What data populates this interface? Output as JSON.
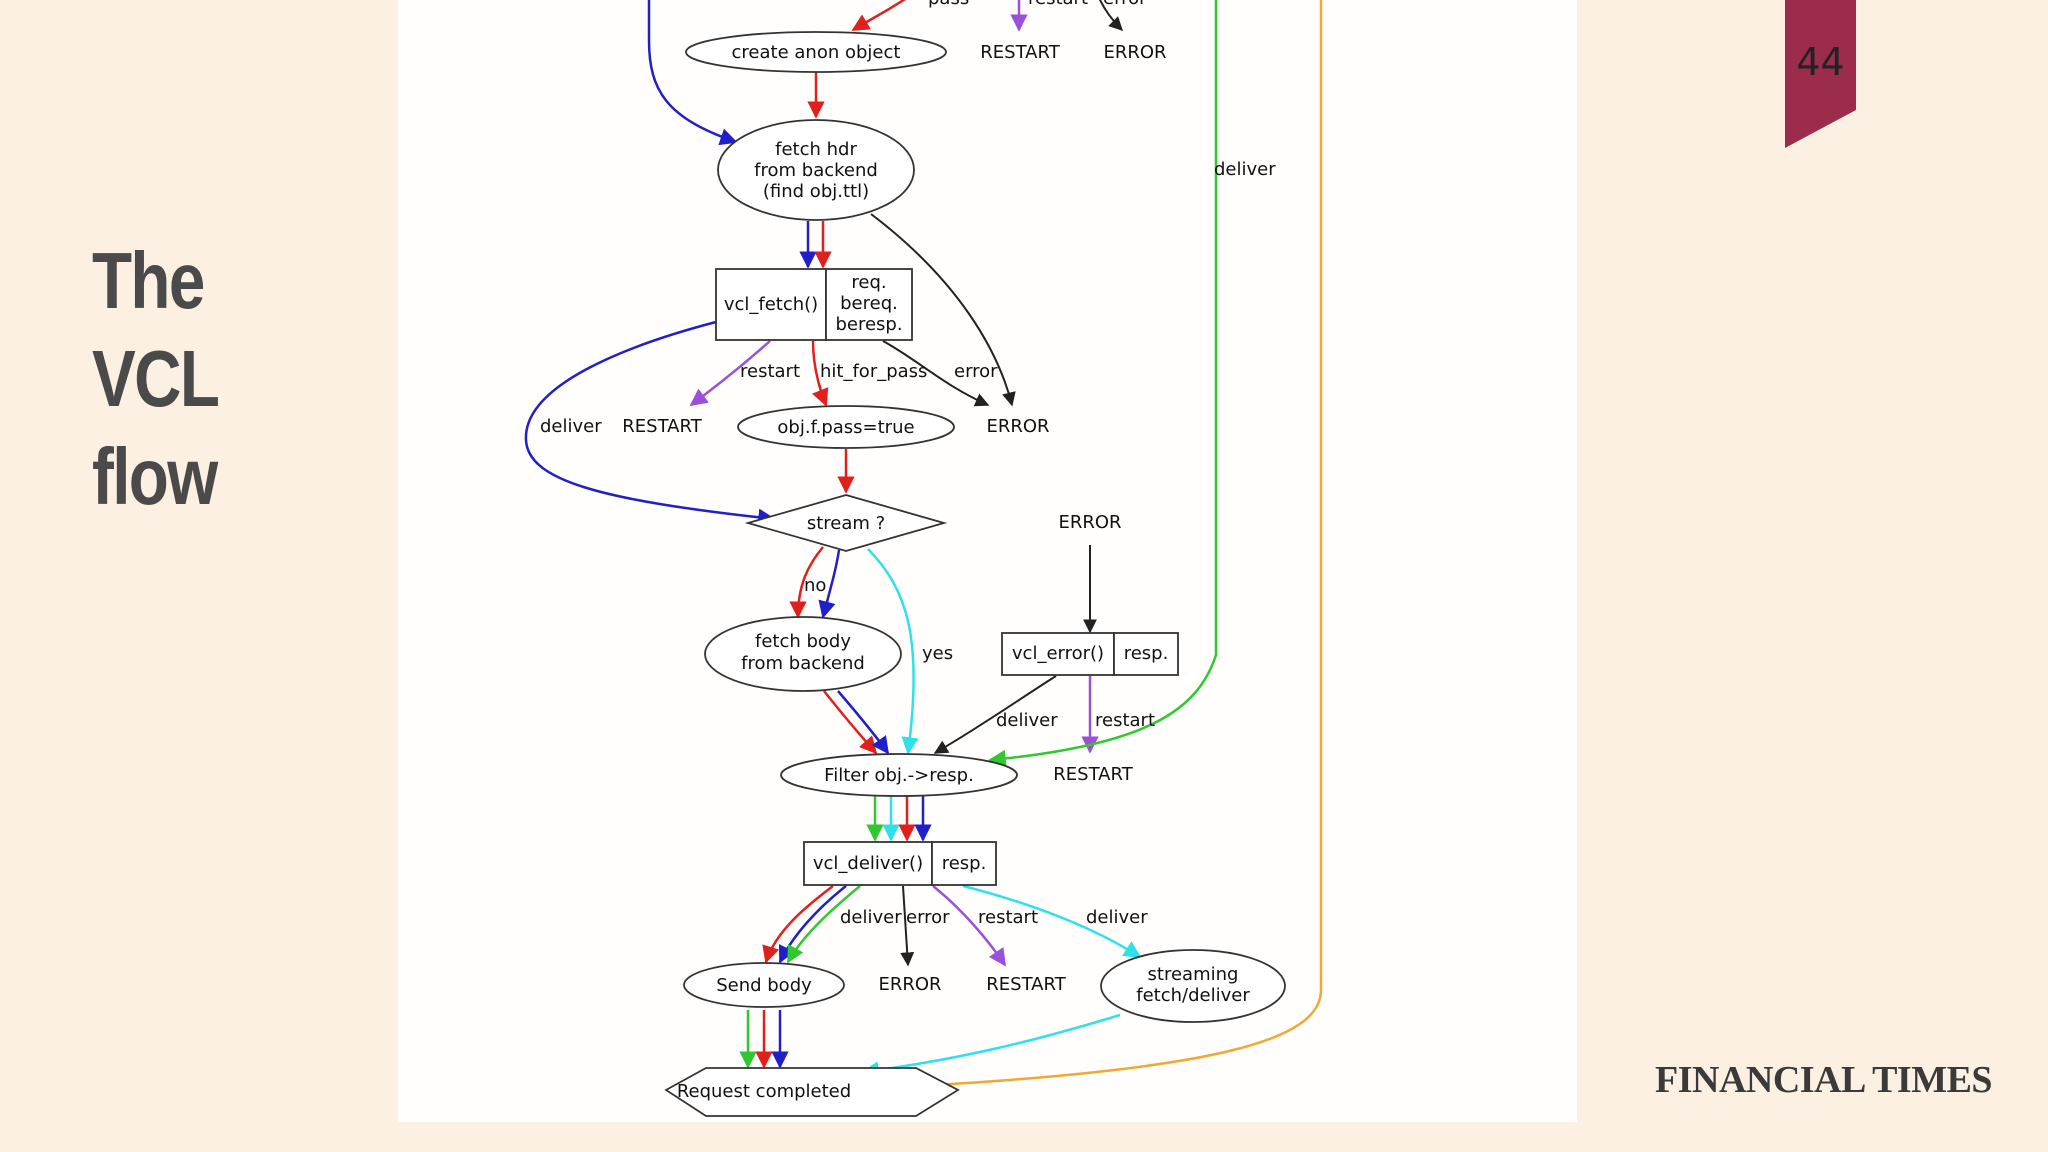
{
  "slide": {
    "title_line1": "The VCL",
    "title_line2": "flow",
    "page_number": "44",
    "brand": "FINANCIAL TIMES",
    "badge_color": "#9b2c4c",
    "background": "#fcf0e3"
  },
  "diagram": {
    "nodes": {
      "create_anon": "create anon object",
      "restart_top": "RESTART",
      "error_top": "ERROR",
      "fetch_hdr_1": "fetch hdr",
      "fetch_hdr_2": "from backend",
      "fetch_hdr_3": "(find obj.ttl)",
      "vcl_fetch": "vcl_fetch()",
      "vcl_fetch_vars_1": "req.",
      "vcl_fetch_vars_2": "bereq.",
      "vcl_fetch_vars_3": "beresp.",
      "restart_fetch": "RESTART",
      "obj_pass": "obj.f.pass=true",
      "error_fetch": "ERROR",
      "stream": "stream ?",
      "error_source": "ERROR",
      "fetch_body_1": "fetch body",
      "fetch_body_2": "from backend",
      "vcl_error": "vcl_error()",
      "vcl_error_vars": "resp.",
      "filter": "Filter obj.->resp.",
      "restart_error": "RESTART",
      "vcl_deliver": "vcl_deliver()",
      "vcl_deliver_vars": "resp.",
      "send_body": "Send body",
      "error_deliver": "ERROR",
      "restart_deliver": "RESTART",
      "streaming_1": "streaming",
      "streaming_2": "fetch/deliver",
      "request_completed": "Request completed"
    },
    "edge_labels": {
      "top_pass": "pass",
      "top_restart": "restart",
      "top_error": "error",
      "right_deliver": "deliver",
      "fetch_restart": "restart",
      "fetch_hit_for_pass": "hit_for_pass",
      "fetch_error": "error",
      "fetch_deliver": "deliver",
      "stream_no": "no",
      "stream_yes": "yes",
      "error_deliver": "deliver",
      "error_restart": "restart",
      "deliver_deliver": "deliver",
      "deliver_error": "error",
      "deliver_restart": "restart",
      "deliver_stream": "deliver"
    },
    "colors": {
      "red": "#e0201c",
      "blue": "#2020c8",
      "green": "#30c830",
      "cyan": "#30e0e8",
      "purple": "#9a50d8",
      "orange": "#f0a830",
      "black": "#222222"
    }
  }
}
